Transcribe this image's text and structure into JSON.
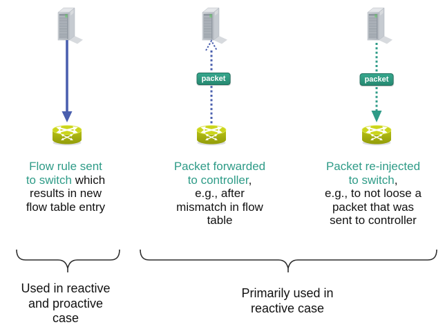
{
  "palette": {
    "teal": "#2e9b87",
    "teal_dark": "#1c6d5b",
    "blue": "#4a5fae",
    "ink": "#111111",
    "switch_top": "#cbd51c",
    "switch_body": "#a5af10",
    "server_gray": "#c7cbd1"
  },
  "columns": [
    {
      "top_node": "server-tower",
      "bottom_node": "switch",
      "arrow": {
        "direction": "down",
        "style": "solid",
        "color": "#4a5fae"
      },
      "caption_lines": [
        [
          {
            "text": "Flow rule sent",
            "hl": true
          }
        ],
        [
          {
            "text": "to switch",
            "hl": true
          },
          {
            "text": " which",
            "hl": false
          }
        ],
        [
          {
            "text": "results in new",
            "hl": false
          }
        ],
        [
          {
            "text": "flow table entry",
            "hl": false
          }
        ]
      ]
    },
    {
      "top_node": "server-tower",
      "bottom_node": "switch",
      "arrow": {
        "direction": "up",
        "style": "dotted",
        "color": "#4a5fae"
      },
      "packet_label": "packet",
      "caption_lines": [
        [
          {
            "text": "Packet forwarded",
            "hl": true
          }
        ],
        [
          {
            "text": "to controller",
            "hl": true
          },
          {
            "text": ",",
            "hl": false
          }
        ],
        [
          {
            "text": "e.g., after",
            "hl": false
          }
        ],
        [
          {
            "text": "mismatch in flow",
            "hl": false
          }
        ],
        [
          {
            "text": "table",
            "hl": false
          }
        ]
      ]
    },
    {
      "top_node": "server-tower",
      "bottom_node": "switch",
      "arrow": {
        "direction": "down",
        "style": "dotted",
        "color": "#2e9b87"
      },
      "packet_label": "packet",
      "caption_lines": [
        [
          {
            "text": "Packet re-injected",
            "hl": true
          }
        ],
        [
          {
            "text": "to switch",
            "hl": true
          },
          {
            "text": ",",
            "hl": false
          }
        ],
        [
          {
            "text": "e.g., to not loose a",
            "hl": false
          }
        ],
        [
          {
            "text": "packet that was",
            "hl": false
          }
        ],
        [
          {
            "text": "sent to controller",
            "hl": false
          }
        ]
      ]
    }
  ],
  "braces": [
    {
      "span": "column-1",
      "label_lines": [
        "Used in reactive",
        "and proactive",
        "case"
      ]
    },
    {
      "span": "columns-2-3",
      "label_lines": [
        "Primarily used in",
        "reactive case"
      ]
    }
  ]
}
